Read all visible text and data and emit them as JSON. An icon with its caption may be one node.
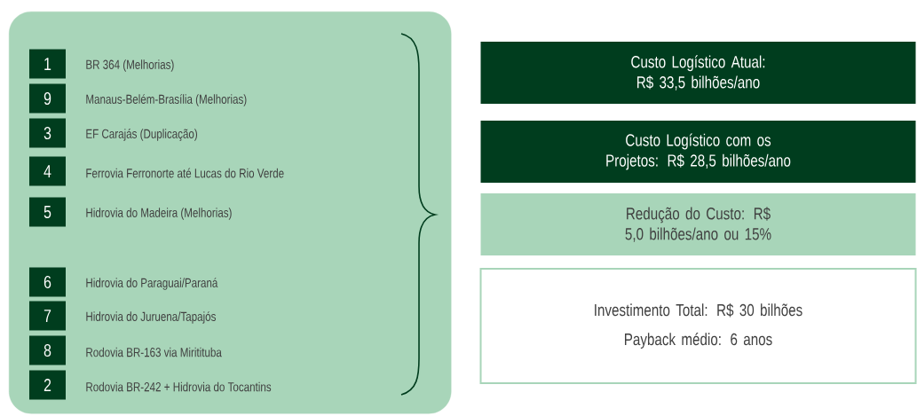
{
  "diagram": {
    "nodes": [
      {
        "text": [],
        "shape": "box"
      },
      {
        "text": [
          "1"
        ],
        "in": 0,
        "beside": [
          "BR 364 (Melhorias)"
        ]
      },
      {
        "text": [
          "9"
        ],
        "in": 0,
        "beside": [
          "Manaus-Belém-Brasília (Melhorias)"
        ]
      },
      {
        "text": [
          "3"
        ],
        "in": 0,
        "beside": [
          "EF Carajás (Duplicação)"
        ]
      },
      {
        "text": [
          "4"
        ],
        "in": 0,
        "beside": [
          "Ferrovia Ferronorte até Lucas do Rio Verde"
        ]
      },
      {
        "text": [
          "5"
        ],
        "in": 0,
        "beside": [
          "Hidrovia do Madeira (Melhorias)"
        ]
      },
      {
        "text": [
          "6"
        ],
        "in": 0,
        "beside": [
          "Hidrovia do Paraguai/Paraná"
        ]
      },
      {
        "text": [
          "7"
        ],
        "in": 0,
        "beside": [
          "Hidrovia do Juruena/Tapajós"
        ]
      },
      {
        "text": [
          "8"
        ],
        "in": 0,
        "beside": [
          "Rodovia BR-163 via Miritituba"
        ]
      },
      {
        "text": [
          "2"
        ],
        "in": 0,
        "beside": [
          "Rodovia BR-242 + Hidrovia do Tocantins"
        ]
      },
      {
        "text": [
          "Custo Logístico Atual: R$ 33,5 bilhões/ano"
        ]
      },
      {
        "text": [
          "Custo Logístico com os Projetos: R$ 28,5 bilhões/ano"
        ]
      },
      {
        "text": [
          "Redução do Custo: R$ 5,0 bilhões/ano ou 15%"
        ]
      },
      {
        "text": [
          "Investimento Total: R$ 30 bilhões",
          "Payback médio: 6 anos"
        ]
      }
    ],
    "edges": []
  }
}
